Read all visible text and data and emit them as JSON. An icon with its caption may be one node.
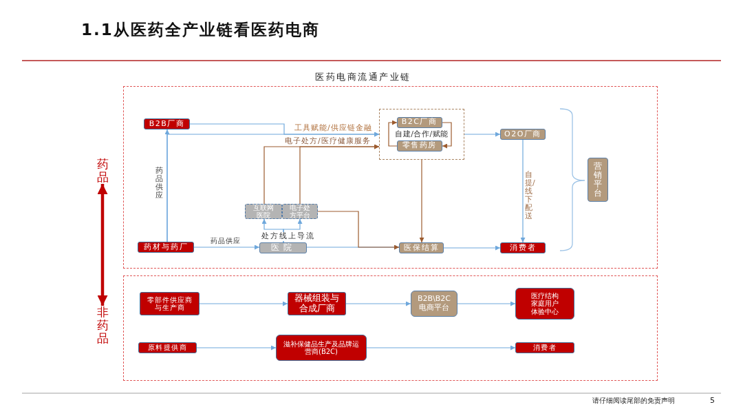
{
  "diagram": {
    "title": "1.1从医药全产业链看医药电商",
    "nodes": [
      {
        "text": [
          "医药电商流通产业链"
        ]
      },
      {
        "text": [
          "B2B厂商"
        ],
        "in": 0
      },
      {
        "text": [
          "自建/合作/赋能"
        ],
        "in": 0
      },
      {
        "text": [
          "B2C厂商"
        ],
        "in": 2
      },
      {
        "text": [
          "零售药房"
        ],
        "in": 2
      },
      {
        "text": [
          "O2O厂商"
        ],
        "in": 0
      },
      {
        "text": [
          "营销平台"
        ],
        "in": 0
      },
      {
        "text": [
          "互联网医院"
        ],
        "in": 0
      },
      {
        "text": [
          "电子处方平台"
        ],
        "in": 0
      },
      {
        "text": [
          "药材与药厂"
        ],
        "in": 0
      },
      {
        "text": [
          "医院"
        ],
        "in": 0
      },
      {
        "text": [
          "医保结算"
        ],
        "in": 0
      },
      {
        "text": [
          "消费者"
        ],
        "in": 0
      },
      {
        "text": [],
        "shape": "box"
      },
      {
        "text": [
          "零部件供应商与生产商"
        ],
        "in": 13
      },
      {
        "text": [
          "器械组装与合成厂商"
        ],
        "in": 13
      },
      {
        "text": [
          "B2B\\B2C电商平台"
        ],
        "in": 13
      },
      {
        "text": [
          "医疗结构家庭用户体验中心"
        ],
        "in": 13
      },
      {
        "text": [
          "原料提供商"
        ],
        "in": 13
      },
      {
        "text": [
          "滋补保健品生产及品牌运营商(B2C)"
        ],
        "in": 13
      },
      {
        "text": [
          "消费者"
        ],
        "in": 13
      },
      {
        "text": [
          "药品"
        ]
      },
      {
        "text": [
          "非药品"
        ]
      }
    ],
    "edges": [
      {
        "from": 9,
        "to": 1,
        "arrow": "to",
        "label": "药品供应"
      },
      {
        "from": 9,
        "to": 2,
        "arrow": "to"
      },
      {
        "from": 1,
        "to": 2,
        "arrow": "to",
        "label": "工具赋能/供应链金融"
      },
      {
        "from": 7,
        "to": 2,
        "arrow": "to",
        "label": "电子处方/医疗健康服务",
        "color": "#9c5b2e"
      },
      {
        "from": 8,
        "to": 2,
        "arrow": "to",
        "color": "#9c5b2e"
      },
      {
        "from": 10,
        "to": 7,
        "arrow": "to",
        "label": "处方线上导流"
      },
      {
        "from": 10,
        "to": 8,
        "arrow": "to"
      },
      {
        "from": 9,
        "to": 10,
        "arrow": "to",
        "label": "药品供应"
      },
      {
        "from": 10,
        "to": 11,
        "arrow": "to"
      },
      {
        "from": 8,
        "to": 11,
        "arrow": "to",
        "color": "#9c5b2e"
      },
      {
        "from": 2,
        "to": 11,
        "arrow": "to",
        "color": "#9c5b2e"
      },
      {
        "from": 2,
        "to": 5,
        "arrow": "to"
      },
      {
        "from": 5,
        "to": 12,
        "arrow": "to",
        "label": "自提/线下配送"
      },
      {
        "from": 11,
        "to": 12,
        "arrow": "to"
      },
      {
        "from": 3,
        "to": 4,
        "arrow": "to",
        "color": "#9c5b2e"
      },
      {
        "from": 4,
        "to": 3,
        "arrow": "to",
        "color": "#9c5b2e"
      },
      {
        "from": 14,
        "to": 15,
        "arrow": "to"
      },
      {
        "from": 15,
        "to": 16,
        "arrow": "to"
      },
      {
        "from": 16,
        "to": 17,
        "arrow": "to"
      },
      {
        "from": 18,
        "to": 19,
        "arrow": "to"
      },
      {
        "from": 19,
        "to": 20,
        "arrow": "to"
      },
      {
        "from": 21,
        "to": 22,
        "arrow": "both",
        "style": "thick",
        "color": "#c00000"
      }
    ],
    "labels": [
      "请仔细阅读尾部的免责声明",
      "5"
    ]
  }
}
